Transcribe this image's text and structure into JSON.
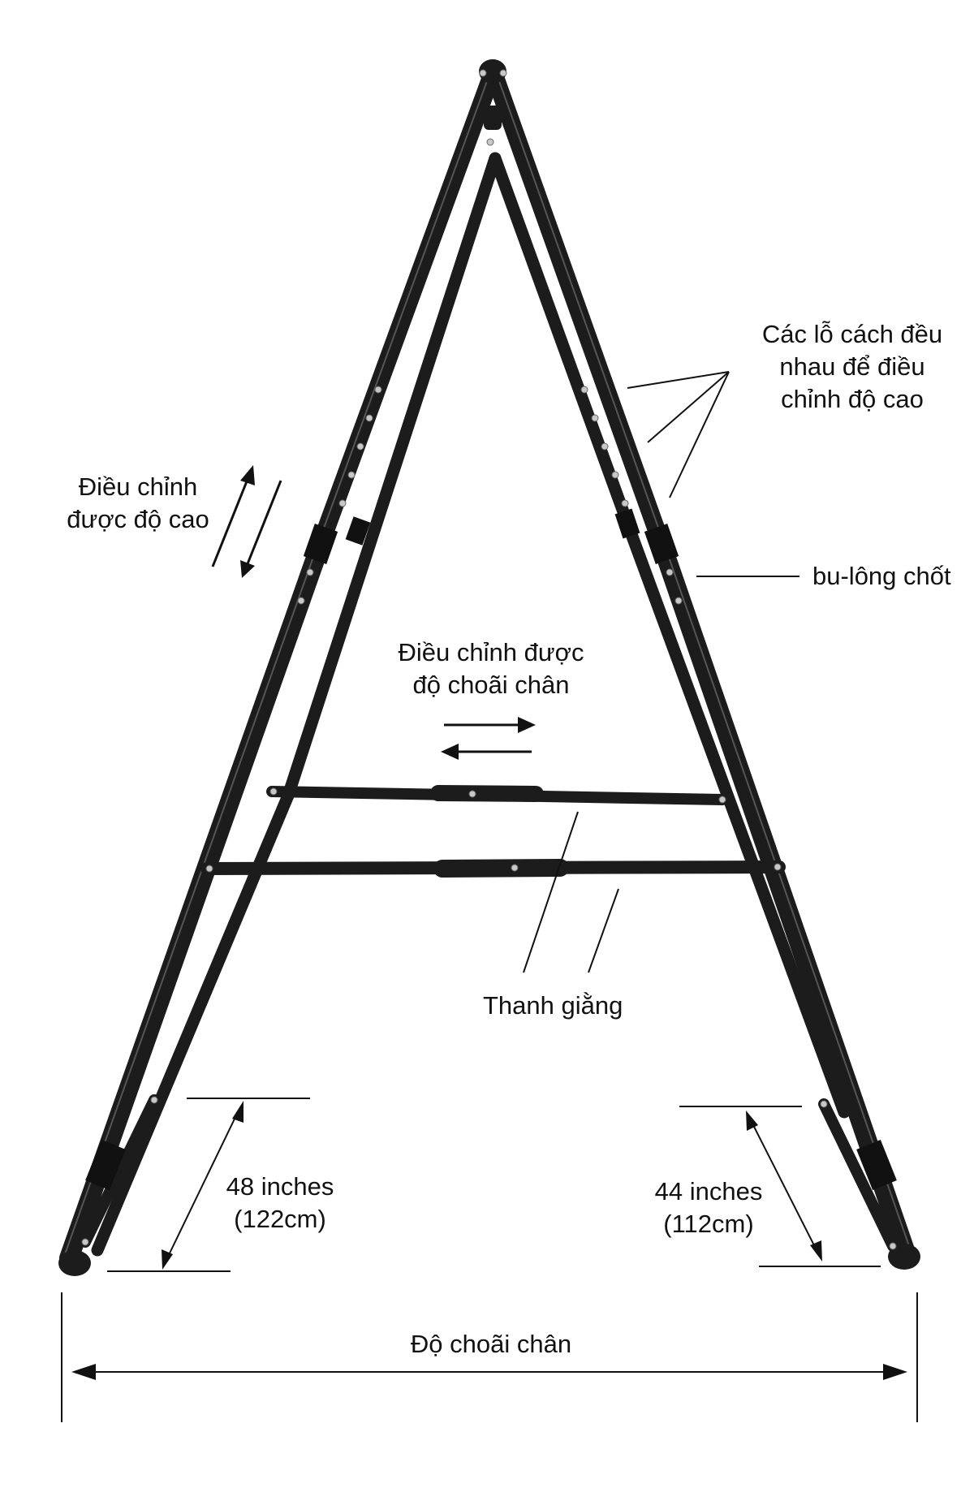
{
  "labels": {
    "holes_line1": "Các lỗ cách đều",
    "holes_line2": "nhau để điều",
    "holes_line3": "chỉnh độ cao",
    "height_line1": "Điều chỉnh",
    "height_line2": "được độ cao",
    "pin_bolt": "bu-lông chốt",
    "spread_line1": "Điều chỉnh được",
    "spread_line2": "độ choãi chân",
    "brace": "Thanh giằng",
    "left_leg_in": "48 inches",
    "left_leg_cm": "(122cm)",
    "right_leg_in": "44 inches",
    "right_leg_cm": "(112cm)",
    "leg_spread": "Độ choãi chân"
  },
  "colors": {
    "frame": "#1c1c1c",
    "frame_highlight": "#555555",
    "bolt": "#c8c8c8",
    "annotation": "#111111",
    "background": "#ffffff"
  }
}
